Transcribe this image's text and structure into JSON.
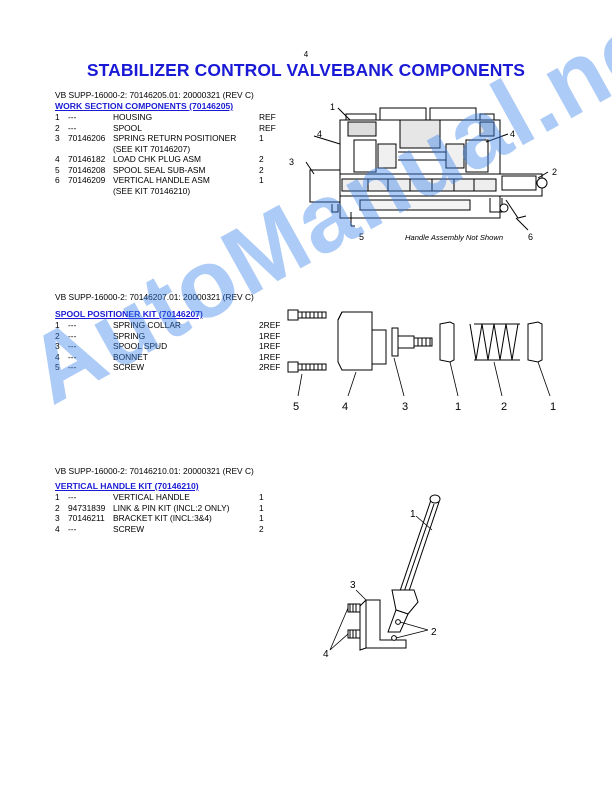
{
  "page_number": "4",
  "title": "STABILIZER CONTROL VALVEBANK COMPONENTS",
  "watermark": "AutoManual.net",
  "colors": {
    "heading_blue": "#1a1ad6",
    "watermark_blue": "#3c82eb"
  },
  "sections": [
    {
      "ref": "VB SUPP-16000-2: 70146205.01: 20000321 (REV C)",
      "title": "WORK SECTION COMPONENTS (70146205)",
      "rows": [
        {
          "item": "1",
          "part": "---",
          "desc": "HOUSING",
          "qty": "REF"
        },
        {
          "item": "2",
          "part": "---",
          "desc": "SPOOL",
          "qty": "REF"
        },
        {
          "item": "3",
          "part": "70146206",
          "desc": "SPRING RETURN POSITIONER",
          "qty": "1"
        },
        {
          "item": "",
          "part": "",
          "desc": "(SEE KIT 70146207)",
          "qty": ""
        },
        {
          "item": "4",
          "part": "70146182",
          "desc": "LOAD CHK PLUG ASM",
          "qty": "2"
        },
        {
          "item": "5",
          "part": "70146208",
          "desc": "SPOOL SEAL SUB-ASM",
          "qty": "2"
        },
        {
          "item": "6",
          "part": "70146209",
          "desc": "VERTICAL HANDLE ASM",
          "qty": "1"
        },
        {
          "item": "",
          "part": "",
          "desc": "(SEE KIT 70146210)",
          "qty": ""
        }
      ],
      "diagram": {
        "callouts": [
          "1",
          "4",
          "4",
          "3",
          "2",
          "5",
          "6"
        ],
        "note": "Handle Assembly Not Shown"
      }
    },
    {
      "ref": "VB SUPP-16000-2: 70146207.01: 20000321 (REV C)",
      "title": "SPOOL POSITIONER KIT (70146207)",
      "rows": [
        {
          "item": "1",
          "part": "---",
          "desc": "SPRING COLLAR",
          "qty": "2REF"
        },
        {
          "item": "2",
          "part": "---",
          "desc": "SPRING",
          "qty": "1REF"
        },
        {
          "item": "3",
          "part": "---",
          "desc": "SPOOL SPUD",
          "qty": "1REF"
        },
        {
          "item": "4",
          "part": "---",
          "desc": "BONNET",
          "qty": "1REF"
        },
        {
          "item": "5",
          "part": "---",
          "desc": "SCREW",
          "qty": "2REF"
        }
      ],
      "diagram": {
        "callouts": [
          "5",
          "4",
          "3",
          "1",
          "2",
          "1"
        ]
      }
    },
    {
      "ref": "VB SUPP-16000-2: 70146210.01: 20000321 (REV C)",
      "title": "VERTICAL HANDLE KIT (70146210)",
      "rows": [
        {
          "item": "1",
          "part": "---",
          "desc": "VERTICAL HANDLE",
          "qty": "1"
        },
        {
          "item": "2",
          "part": "94731839",
          "desc": "LINK & PIN KIT (INCL:2 ONLY)",
          "qty": "1"
        },
        {
          "item": "3",
          "part": "70146211",
          "desc": "BRACKET KIT (INCL:3&4)",
          "qty": "1"
        },
        {
          "item": "4",
          "part": "---",
          "desc": "SCREW",
          "qty": "2"
        }
      ],
      "diagram": {
        "callouts": [
          "1",
          "3",
          "2",
          "4"
        ]
      }
    }
  ]
}
